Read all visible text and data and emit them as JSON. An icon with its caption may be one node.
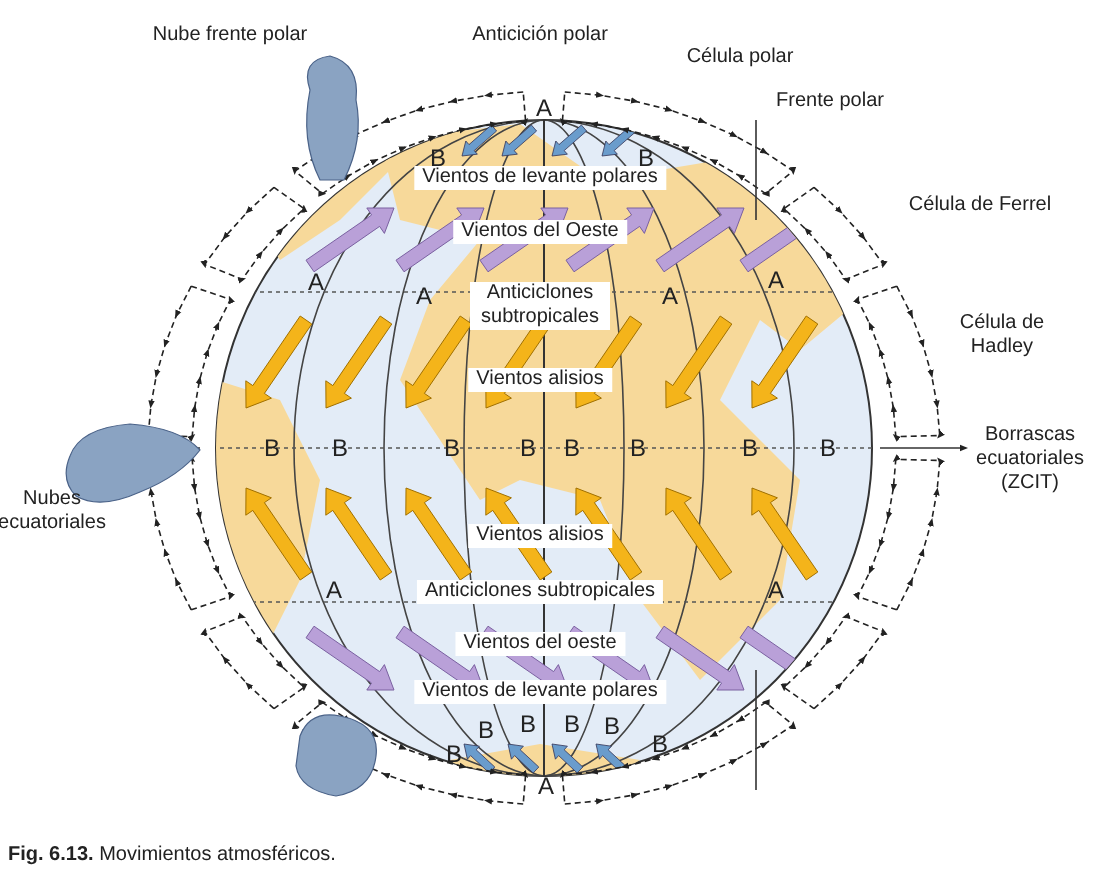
{
  "diagram": {
    "caption": "**Fig. 6.13.** Movimientos atmosféricos.",
    "labels": [
      "Nube frente polar",
      "Anticición polar",
      "Célula polar",
      "A",
      "Frente polar",
      "B",
      "B",
      "Vientos de levante polares",
      "Célula de Ferrel",
      "Vientos del Oeste",
      "A",
      "A",
      "A",
      "A",
      "Anticiclones subtropicales",
      "Célula de Hadley",
      "Vientos alisios",
      "B",
      "B",
      "B",
      "B",
      "B",
      "B",
      "B",
      "B",
      "Borrascas ecuatoriales (ZCIT)",
      "Nubes ecuatoriales",
      "Vientos alisios",
      "A",
      "Anticiclones subtropicales",
      "A",
      "Vientos del oeste",
      "Vientos de levante polares",
      "B",
      "B",
      "B",
      "B",
      "B",
      "B",
      "A"
    ]
  }
}
